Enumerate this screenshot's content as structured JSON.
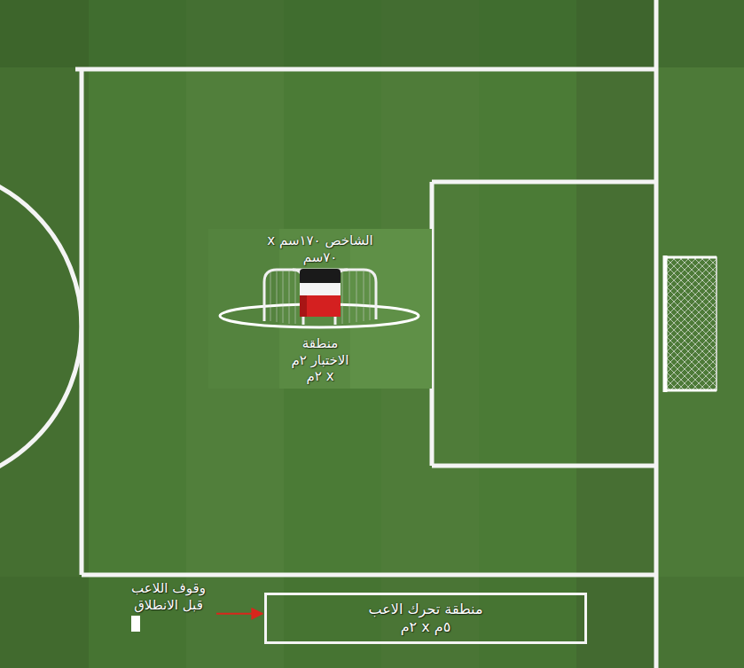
{
  "diagram": {
    "nodes": [
      {
        "text": [
          "الشاخص ١٧٠سم x ٧٠سم",
          "منطقة الاختبار ٢م x ٢م"
        ]
      },
      {
        "text": [
          "وقوف اللاعب قبل الانطلاق"
        ]
      },
      {
        "text": [
          "منطقة تحرك الاعب ٥م x ٢م"
        ]
      }
    ],
    "edges": [
      {
        "from": 1,
        "to": 2,
        "arrow": "to"
      }
    ]
  }
}
